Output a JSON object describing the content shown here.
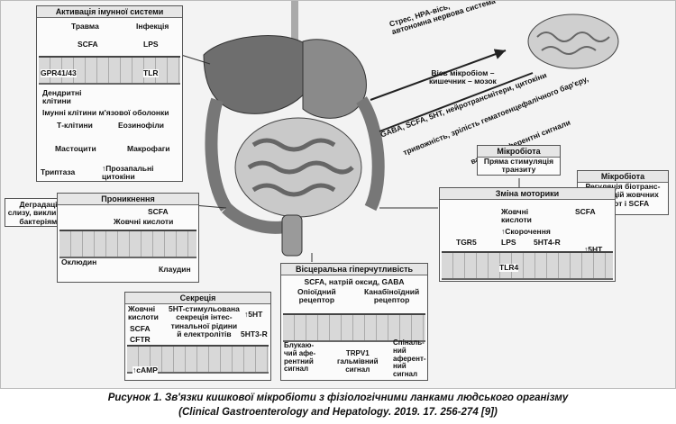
{
  "immune": {
    "title": "Активація імунної системи",
    "trauma": "Травма",
    "infection": "Інфекція",
    "scfa": "SCFA",
    "lps": "LPS",
    "gpr": "GPR41/43",
    "tlr": "TLR",
    "dendritic": "Дендритні\nклітини",
    "mucosa": "Імунні клітини м'язової оболонки",
    "tcells": "Т-клітини",
    "eosinophils": "Еозинофіли",
    "mast": "Мастоцити",
    "macrophages": "Макрофаги",
    "tryptase": "Триптаза",
    "cytokines": "↑Прозапальні\nцитокіни"
  },
  "brain_axis": {
    "stress": "Стрес, HPA-вісь,\nавтономна нервова система",
    "axis": "Вісь мікробіом –\nкишечник – мозок",
    "signals": "GABA, SCFA, 5HT, нейротрансмітери, цитокіни",
    "anxiety": "тривожність, зрілість гематоенцефалічного бар'єру,",
    "vagal": "вагальні аферентні сигнали"
  },
  "microbiota_transit": {
    "title": "Мікробіота",
    "text": "Пряма стимуляція\nтранзиту"
  },
  "microbiota_bile": {
    "title": "Мікробіота",
    "text": "Регуляція біотранс-\nформацій жовчних\nкислот і SCFA"
  },
  "motility": {
    "title": "Зміна моторики",
    "bile": "Жовчні\nкислоти",
    "scfa": "SCFA",
    "accel": "↑Скорочення",
    "tgr5": "TGR5",
    "lps": "LPS",
    "ht4r": "5HT4-R",
    "ht": "↑5HT",
    "tlr4": "TLR4"
  },
  "permeability": {
    "side": "Деградація\nслизу, викликана\nбактеріями",
    "title": "Проникнення",
    "scfa": "SCFA",
    "bile": "Жовчні кислоти",
    "occludin": "Оклюдин",
    "claudin": "Клаудин"
  },
  "secretion": {
    "title": "Секреція",
    "bile": "Жовчні\nкислоти",
    "scfa": "SCFA",
    "cftr": "CFTR",
    "ht_secretion": "5HT-стимульована\nсекреція інтес-\nтинальної рідини\nй електролітів",
    "ht": "↑5HT",
    "ht3r": "5HT3-R",
    "camp": "↑cAMP"
  },
  "visceral": {
    "title": "Вісцеральна гіперчутливість",
    "subtitle": "SCFA, натрій оксид, GABA",
    "opioid": "Опіоїдний\nрецептор",
    "cannabinoid": "Канабіноїдний\nрецептор",
    "vagal": "Блукаю-\nчий афе-\nрентний\nсигнал",
    "trpv": "TRPV1\nгальмівний\nсигнал",
    "spinal": "Спіналь-\nний\nаферент-\nний\nсигнал"
  },
  "caption": {
    "line1": "Рисунок 1. Зв'язки кишкової мікробіоти з фізіологічними ланками людського організму",
    "line2": "(Clinical Gastroenterology and Hepatology. 2019. 17. 256-274 [9])"
  }
}
